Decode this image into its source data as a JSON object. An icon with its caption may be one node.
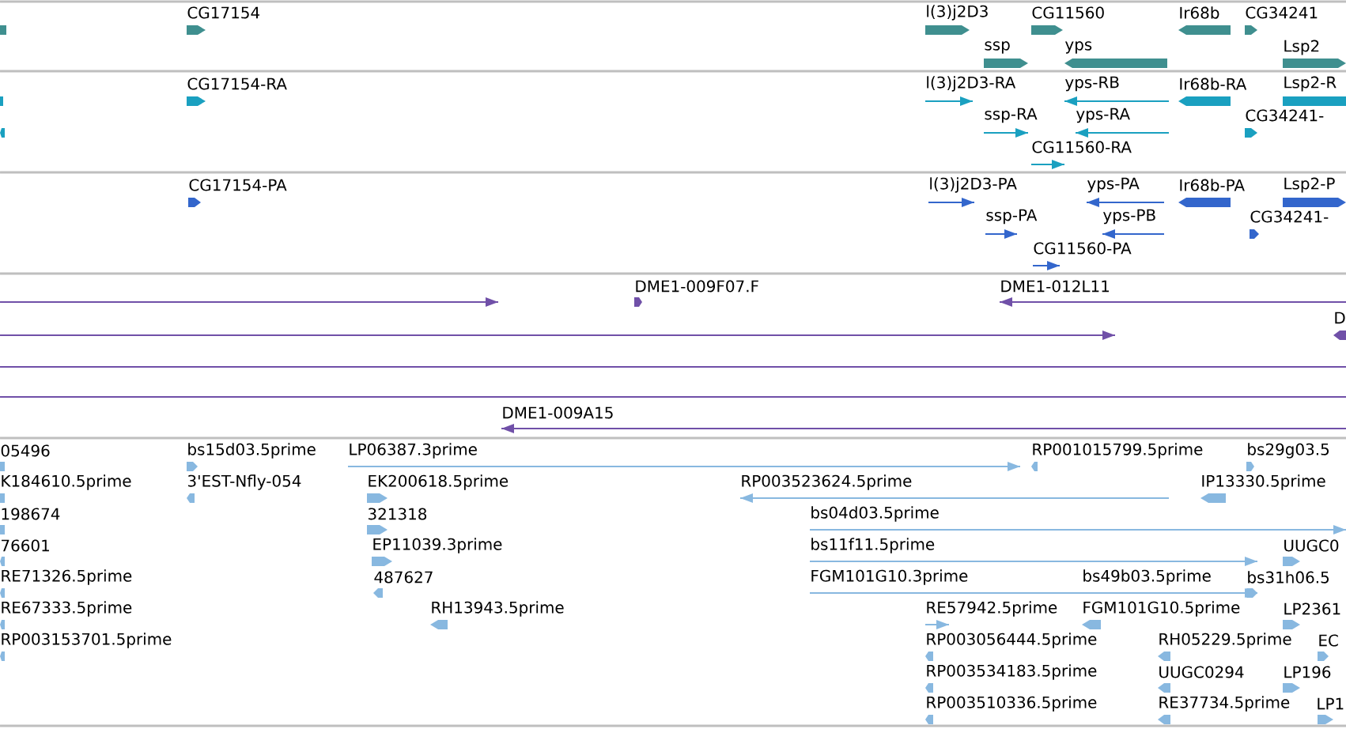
{
  "diagram": {
    "labels": [
      "CG17154",
      "l(3)j2D3",
      "CG11560",
      "Ir68b",
      "CG34241",
      "ssp",
      "yps",
      "Lsp2",
      "CG17154-RA",
      "l(3)j2D3-RA",
      "yps-RB",
      "Ir68b-RA",
      "Lsp2-R",
      "ssp-RA",
      "yps-RA",
      "CG34241-",
      "CG11560-RA",
      "CG17154-PA",
      "l(3)j2D3-PA",
      "yps-PA",
      "Ir68b-PA",
      "Lsp2-P",
      "ssp-PA",
      "yps-PB",
      "CG34241-",
      "CG11560-PA",
      "DME1-009F07.F",
      "DME1-012L11",
      "D",
      "DME1-009A15",
      "05496",
      "bs15d03.5prime",
      "LP06387.3prime",
      "RP001015799.5prime",
      "bs29g03.5",
      "K184610.5prime",
      "3'EST-Nfly-054",
      "EK200618.5prime",
      "RP003523624.5prime",
      "IP13330.5prime",
      "198674",
      "321318",
      "bs04d03.5prime",
      "76601",
      "EP11039.3prime",
      "bs11f11.5prime",
      "UUGC0",
      "RE71326.5prime",
      "487627",
      "FGM101G10.3prime",
      "bs49b03.5prime",
      "bs31h06.5",
      "RE67333.5prime",
      "RH13943.5prime",
      "RE57942.5prime",
      "FGM101G10.5prime",
      "LP2361",
      "RP003153701.5prime",
      "RP003056444.5prime",
      "RH05229.5prime",
      "EC",
      "RP003534183.5prime",
      "UUGC0294",
      "LP196",
      "RP003510336.5prime",
      "RE37734.5prime",
      "LP1"
    ]
  }
}
